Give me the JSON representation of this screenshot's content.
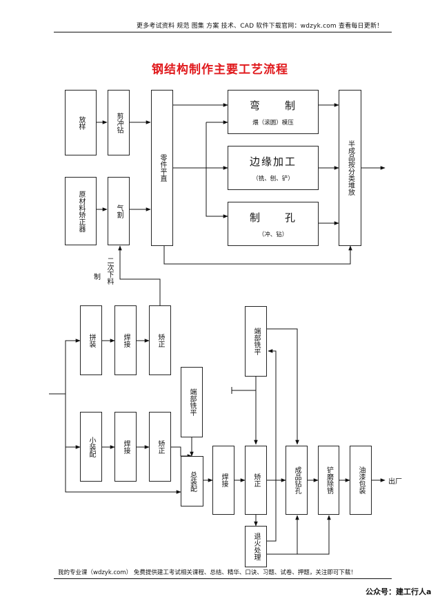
{
  "header": {
    "text": "更多考试资料 规范 图集 方案 技术、CAD 软件下载官网：wdzyk.com 查看每日更新！"
  },
  "title": "钢结构制作主要工艺流程",
  "blocks": {
    "fangyang": "放样",
    "jianchong": "剪冲钻",
    "yuancailiao": "原材料矫正器",
    "qige": "气割",
    "lingjian": "零件平直",
    "wan_title": "弯　　制",
    "wan_sub": "煨（滚圆）模压",
    "bianyuan_title": "边缘加工",
    "bianyuan_sub": "（铣、刨、铲）",
    "zhikong_title": "制　　孔",
    "zhikong_sub": "（冲、钻）",
    "banchengpin": "半成品按分类堆放",
    "pinzhuang": "拼装",
    "hanjie1": "焊接",
    "jiaozheng1": "矫正",
    "xiaozhuang": "小装配",
    "hanjie2": "焊接",
    "jiaozheng2": "矫正",
    "duanbu1": "端部铣平",
    "zongzhuang": "总装配",
    "hanjie3": "焊接",
    "jiaozheng3": "矫正",
    "duanbu2": "端部铣平",
    "chengpin": "成品钻孔",
    "chanmo": "铲磨除锈",
    "youqi": "油漆包装",
    "tuihuo": "退火处理"
  },
  "labels": {
    "erci": "二次下料",
    "zhi": "制",
    "chuchang": "出厂"
  },
  "footer": {
    "text": "我的专业课（wdzyk.com） 免费提供建工考试相关课程、总结、精华、口诀、习题、试卷、押题，关注即可下载！",
    "watermark": "公众号：建工行人a"
  }
}
